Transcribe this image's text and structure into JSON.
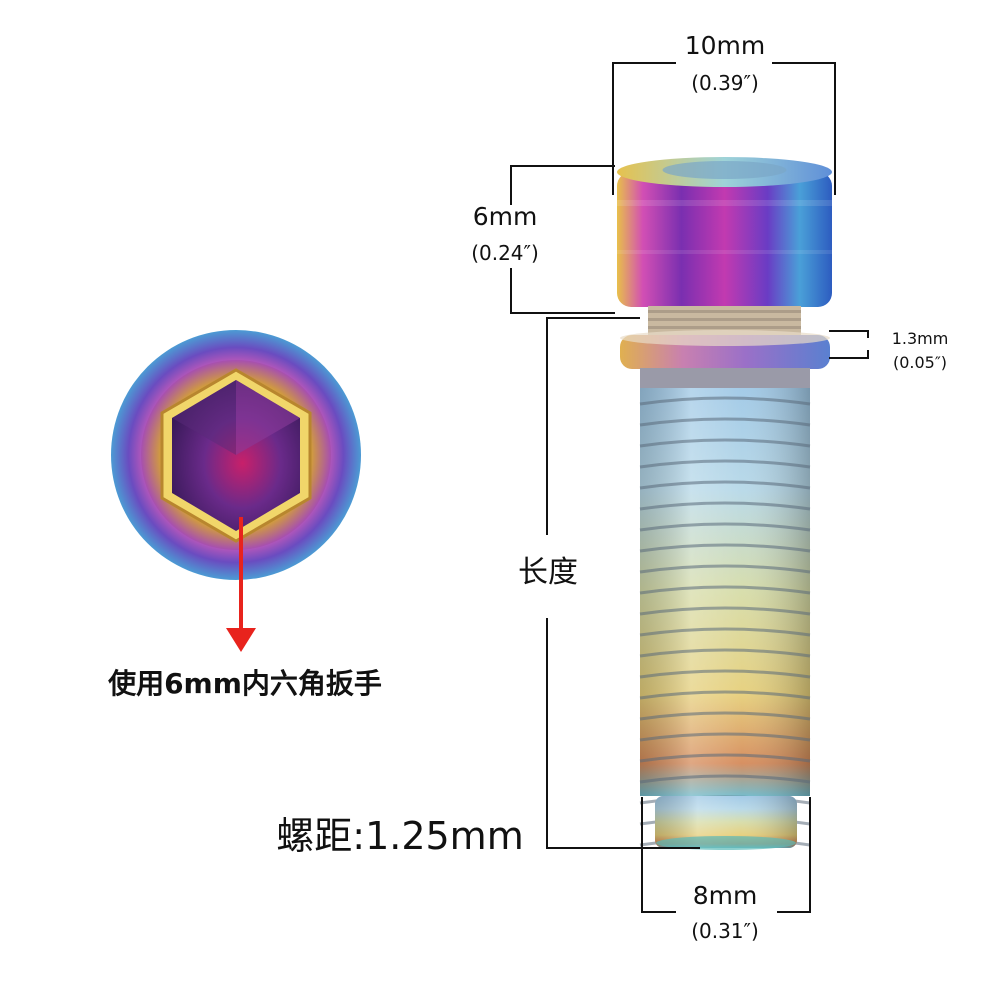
{
  "head_diameter": {
    "metric": "10mm",
    "imperial": "(0.39″)"
  },
  "head_height": {
    "metric": "6mm",
    "imperial": "(0.24″)"
  },
  "washer_thickness": {
    "metric": "1.3mm",
    "imperial": "(0.05″)"
  },
  "thread_diameter": {
    "metric": "8mm",
    "imperial": "(0.31″)"
  },
  "length_label": "长度",
  "wrench_note": "使用6mm内六角扳手",
  "pitch_label": "螺距:1.25mm",
  "colors": {
    "arrow": "#e8231d",
    "dimension_line": "#111111"
  }
}
